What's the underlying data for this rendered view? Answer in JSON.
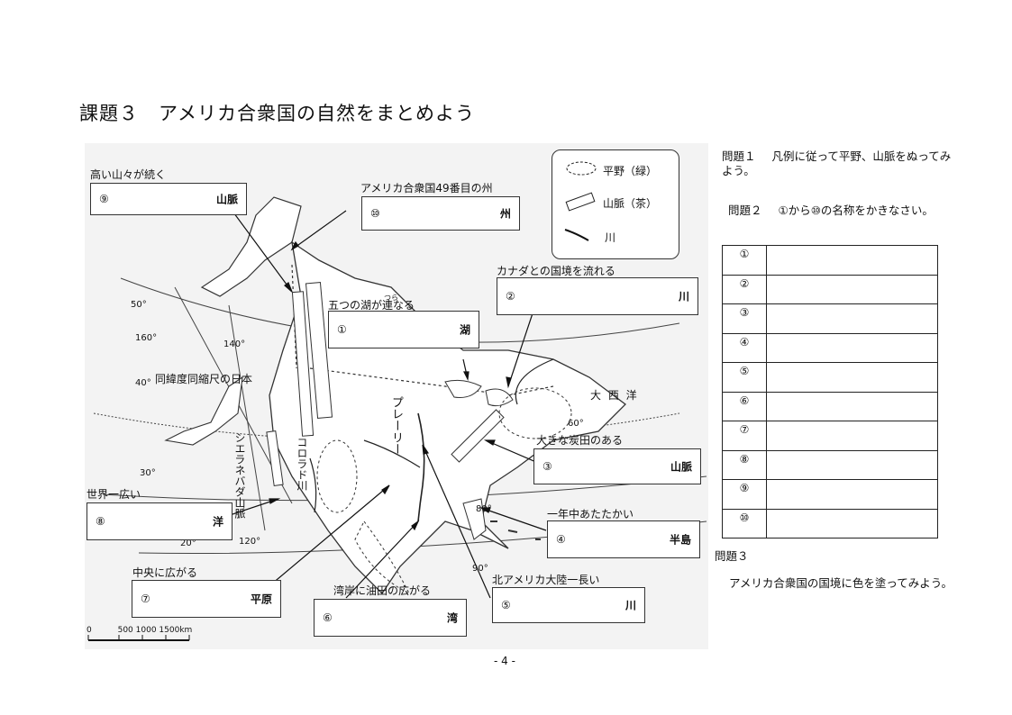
{
  "title": "課題３　アメリカ合衆国の自然をまとめよう",
  "legend": {
    "plain": "平野（緑）",
    "mountain": "山脈（茶）",
    "river": "川"
  },
  "boxes": [
    {
      "caption": "高い山々が続く",
      "num": "⑨",
      "suffix": "山脈"
    },
    {
      "caption": "アメリカ合衆国49番目の州",
      "num": "⑩",
      "suffix": "州"
    },
    {
      "caption": "カナダとの国境を流れる",
      "num": "②",
      "suffix": "川"
    },
    {
      "caption": "五つの湖が連なる",
      "num": "①",
      "suffix": "湖"
    },
    {
      "caption": "大きな炭田のある",
      "num": "③",
      "suffix": "山脈"
    },
    {
      "caption": "世界一広い",
      "num": "⑧",
      "suffix": "洋"
    },
    {
      "caption": "一年中あたたかい",
      "num": "④",
      "suffix": "半島"
    },
    {
      "caption": "中央に広がる",
      "num": "⑦",
      "suffix": "平原"
    },
    {
      "caption": "湾岸に油田の広がる",
      "num": "⑥",
      "suffix": "湾"
    },
    {
      "caption": "北アメリカ大陸一長い",
      "num": "⑤",
      "suffix": "川"
    }
  ],
  "map_labels": {
    "japan": "同緯度同縮尺の日本",
    "atlantic": "大 西 洋",
    "sierra": "シエラネバダ山脈",
    "colorado": "コロラド川",
    "prairie": "プレーリー",
    "tsu": "つら",
    "lat_50": "50°",
    "lat_40": "40°",
    "lat_30": "30°",
    "lat_20": "20°",
    "lon_160": "160°",
    "lon_140": "140°",
    "lon_120": "120°",
    "lon_80": "80°",
    "lon_60": "60°",
    "lon_90": "90°"
  },
  "scale": {
    "zero": "0",
    "marks": "500  1000 1500km"
  },
  "questions": {
    "q1_title": "問題１",
    "q1_text": "凡例に従って平野、山脈をぬってみよう。",
    "q2_title": "問題２",
    "q2_text": "①から⑩の名称をかきなさい。",
    "q3_title": "問題３",
    "q3_text": "アメリカ合衆国の国境に色を塗ってみよう。"
  },
  "answer_rows": [
    "①",
    "②",
    "③",
    "④",
    "⑤",
    "⑥",
    "⑦",
    "⑧",
    "⑨",
    "⑩"
  ],
  "page_number": "- 4 -"
}
